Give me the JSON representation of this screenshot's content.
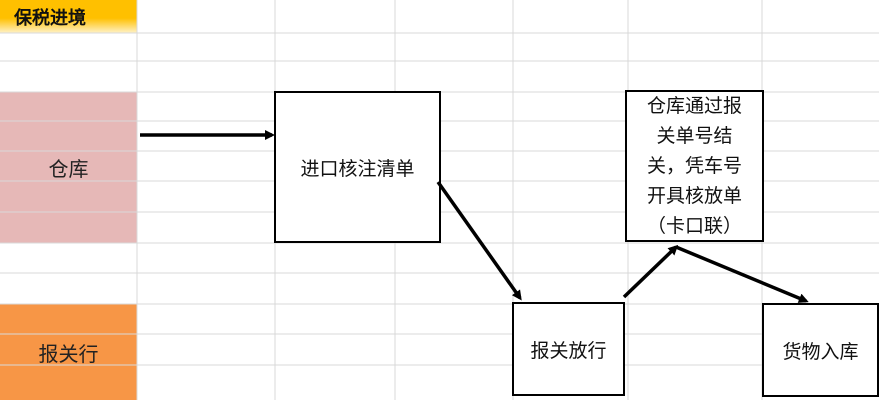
{
  "title": "保税进境",
  "lanes": {
    "warehouse": "仓库",
    "broker": "报关行"
  },
  "nodes": {
    "import_list": "进口核注清单",
    "customs_release": "报关放行",
    "warehouse_release": [
      "仓库通过报",
      "关单号结",
      "关，凭车号",
      "开具核放单",
      "（卡口联）"
    ],
    "goods_in": "货物入库"
  },
  "colors": {
    "title_fill": "#ffc000",
    "title_fade": "#fff2c7",
    "warehouse_fill": "#e6b8b7",
    "broker_fill": "#f79646",
    "grid_line": "#d9d9d9",
    "box_border": "#000000",
    "arrow": "#000000"
  }
}
